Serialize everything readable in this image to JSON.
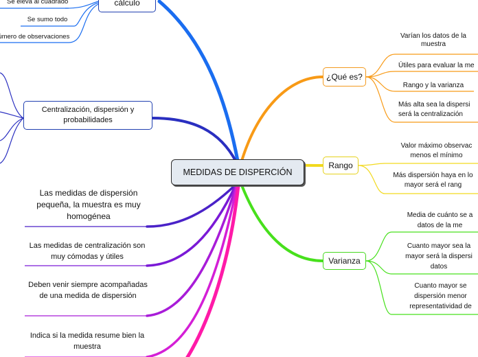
{
  "central": "MEDIDAS DE DISPERCIÓN",
  "colors": {
    "blue_main": "#1a6df0",
    "navy": "#2a2fc0",
    "purple": "#7a19d6",
    "magenta": "#d41fd6",
    "pink": "#ff1aa8",
    "orange": "#f89a16",
    "yellow": "#f2d91d",
    "green": "#47e01c"
  },
  "left": {
    "calculo": {
      "label": "cálculo",
      "children": [
        "Se eleva al cuadrado",
        "Se sumo todo",
        "número de observaciones"
      ]
    },
    "centralizacion": "Centralización, dispersión y probabilidades",
    "pequena": "Las medidas de dispersión pequeña, la muestra es muy homogénea",
    "comodas": "Las medidas de centralización son muy cómodas y útiles",
    "acompanadas": "Deben venir siempre acompañadas de una medida de dispersión",
    "indica": "Indica si la medida resume bien la muestra"
  },
  "right": {
    "que_es": {
      "label": "¿Qué es?",
      "children": [
        "Varían los datos de la muestra",
        "Útiles para evaluar la me",
        "Rango y la varianza",
        "Más alta sea la dispersi será la centralización"
      ]
    },
    "rango": {
      "label": "Rango",
      "children": [
        "Valor máximo observac menos el mínimo",
        "Más dispersión haya en lo mayor será el rang"
      ]
    },
    "varianza": {
      "label": "Varianza",
      "children": [
        "Media de cuánto se a datos de la me",
        "Cuanto mayor sea la mayor será la dispersi datos",
        "Cuanto mayor se dispersión menor representatividad de"
      ]
    }
  }
}
